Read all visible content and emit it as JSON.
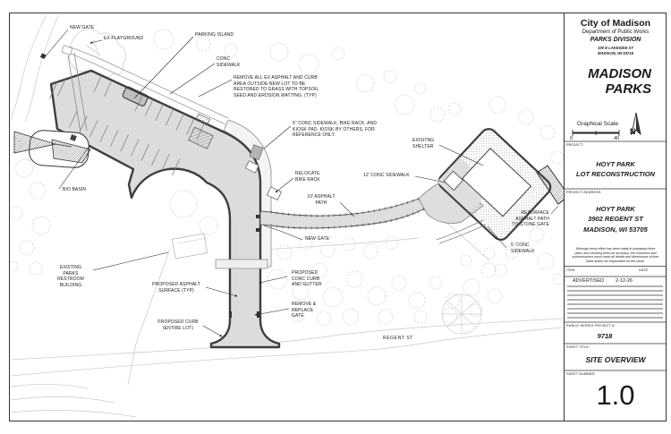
{
  "title_block": {
    "agency": "City of Madison",
    "department": "Department of Public Works",
    "division": "PARKS DIVISION",
    "division_address": "330 E LAKESIDE ST\nMADISON, WI 53715",
    "logo_line1": "MADISON",
    "logo_line2": "PARKS",
    "scale_label": "Graphical Scale",
    "scale_start": "0",
    "scale_end": "40",
    "north_label": "N",
    "project_label": "PROJECT:",
    "project_name": "HOYT PARK\nLOT RECONSTRUCTION",
    "project_address_label": "PROJECT ADDRESS:",
    "project_address": "HOYT PARK\n3902 REGENT ST\nMADISON, WI 53705",
    "disclaimer": "Although every effort has been made in preparing these plans and checking them for accuracy, the contractor and subcontractors must check all details and dimensions of their trade and/or be responsible for the same.",
    "revision_table": {
      "item_header": "ITEM",
      "date_header": "DATE",
      "rows": [
        {
          "item": "ADVERTISED",
          "date": "2-12-26"
        }
      ]
    },
    "project_number_label": "PUBLIC WORKS PROJECT #:",
    "project_number": "9718",
    "sheet_title_label": "SHEET TITLE:",
    "sheet_title": "SITE OVERVIEW",
    "sheet_number_label": "SHEET NUMBER:",
    "sheet_number": "1.0"
  },
  "plan": {
    "labels": [
      {
        "id": "new-gate-top",
        "text": "NEW GATE"
      },
      {
        "id": "ex-playground",
        "text": "EX PLAYGROUND"
      },
      {
        "id": "parking-island",
        "text": "PARKING ISLAND"
      },
      {
        "id": "conc-sidewalk",
        "text": "CONC\nSIDEWALK"
      },
      {
        "id": "remove-asphalt-note",
        "text": "REMOVE ALL EX ASPHALT AND CURB\nAREA OUTSIDE NEW LOT TO BE\nRESTORED TO GRASS WITH TOPSOIL\nSEED AND EROSION MATTING. (TYP)"
      },
      {
        "id": "kiosk-note",
        "text": "5\" CONC SIDEWALK, BIKE RACK, AND\nKIOSK PAD.  KIOSK BY OTHERS, FOR\nREFERENCE ONLY."
      },
      {
        "id": "relocate-bike-rack",
        "text": "RELOCATE\nBIKE RACK"
      },
      {
        "id": "conc-sidewalk-12",
        "text": "12' CONC SIDEWALK"
      },
      {
        "id": "existing-shelter",
        "text": "EXISITNG\nSHELTER"
      },
      {
        "id": "asphalt-path-10",
        "text": "10' ASPHALT\nPATH"
      },
      {
        "id": "resurface-path",
        "text": "RESURFACE\nASPHALT PATH\nTO STONE GATE"
      },
      {
        "id": "conc-sidewalk-5",
        "text": "5' CONC\nSIDEWALK"
      },
      {
        "id": "new-gate-mid",
        "text": "NEW GATE"
      },
      {
        "id": "bio-basin",
        "text": "BIO BASIN"
      },
      {
        "id": "existing-restroom",
        "text": "EXISTING\nPARKS\nRESTROOM\nBUILDING"
      },
      {
        "id": "proposed-asphalt",
        "text": "PROPOSED ASPHALT\nSURFACE (TYP)"
      },
      {
        "id": "proposed-curb-gutter",
        "text": "PROPOSED\nCONC CURB\nAND GUTTER"
      },
      {
        "id": "remove-replace-gate",
        "text": "REMOVE &\nREPLACE\nGATE"
      },
      {
        "id": "proposed-curb-lot",
        "text": "PROPOSED CURB\n(ENTIRE LOT)"
      },
      {
        "id": "street",
        "text": "REGENT ST"
      }
    ]
  },
  "colors": {
    "pavement": "#dcdcdc",
    "curb": "#3e3e3e",
    "tree": "#d8d8d8",
    "faint": "#c7c7c7"
  }
}
